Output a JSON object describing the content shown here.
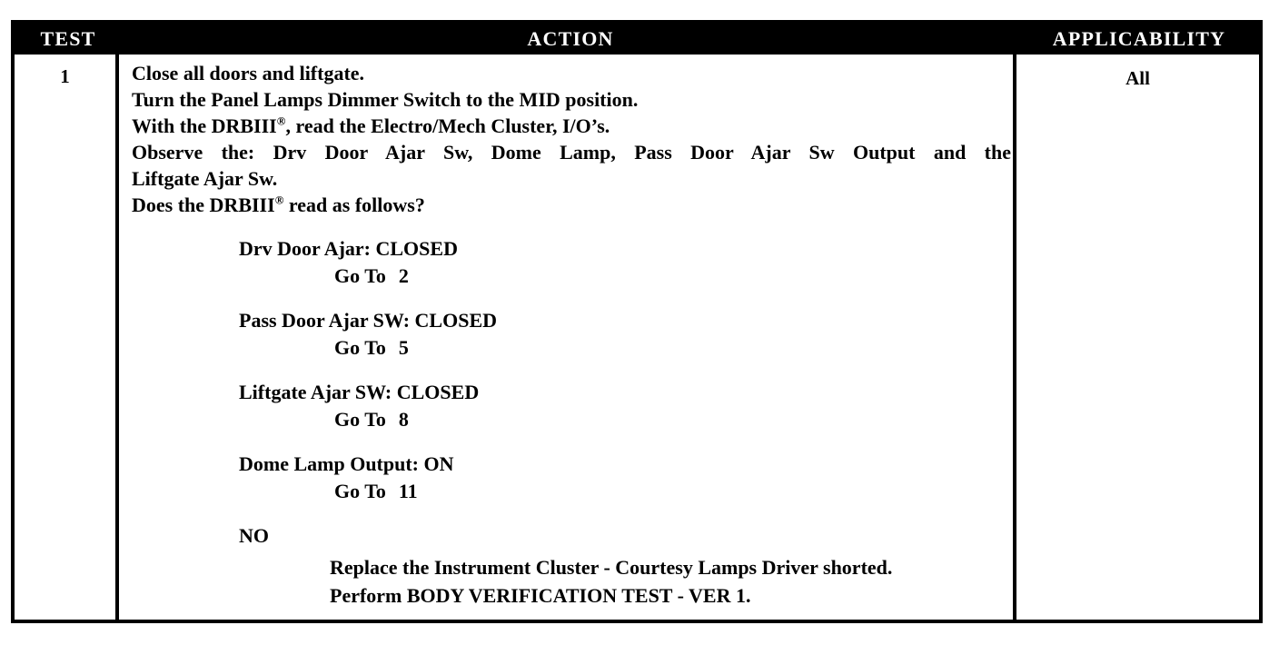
{
  "document": {
    "type": "diagnostic-test-table",
    "table": {
      "headers": {
        "test": "TEST",
        "action": "ACTION",
        "applicability": "APPLICABILITY"
      },
      "row": {
        "test_number": "1",
        "applicability": "All",
        "action": {
          "instructions": [
            "Close all doors and liftgate.",
            "Turn the Panel Lamps Dimmer Switch to the MID position."
          ],
          "instruction_drb_prefix": "With the DRBIII",
          "instruction_drb_suffix": ", read the Electro/Mech Cluster, I/O’s.",
          "observe_line_1": "Observe the: Drv Door Ajar Sw, Dome Lamp, Pass Door Ajar Sw Output and the",
          "observe_line_2": "Liftgate Ajar Sw.",
          "question_prefix": "Does the DRBIII",
          "question_suffix": " read as follows?",
          "registered_mark": "®",
          "results": [
            {
              "label": "Drv Door Ajar: CLOSED",
              "goto_label": "Go To",
              "goto_value": "2"
            },
            {
              "label": "Pass Door Ajar SW: CLOSED",
              "goto_label": "Go To",
              "goto_value": "5"
            },
            {
              "label": "Liftgate Ajar SW: CLOSED",
              "goto_label": "Go To",
              "goto_value": "8"
            },
            {
              "label": "Dome Lamp Output: ON",
              "goto_label": "Go To",
              "goto_value": "11"
            }
          ],
          "no_branch": {
            "label": "NO",
            "actions": [
              "Replace the Instrument Cluster - Courtesy Lamps Driver shorted.",
              "Perform BODY VERIFICATION TEST - VER 1."
            ]
          }
        }
      }
    },
    "colors": {
      "header_background": "#000000",
      "header_text": "#ffffff",
      "body_background": "#ffffff",
      "body_text": "#000000",
      "border": "#000000"
    }
  }
}
